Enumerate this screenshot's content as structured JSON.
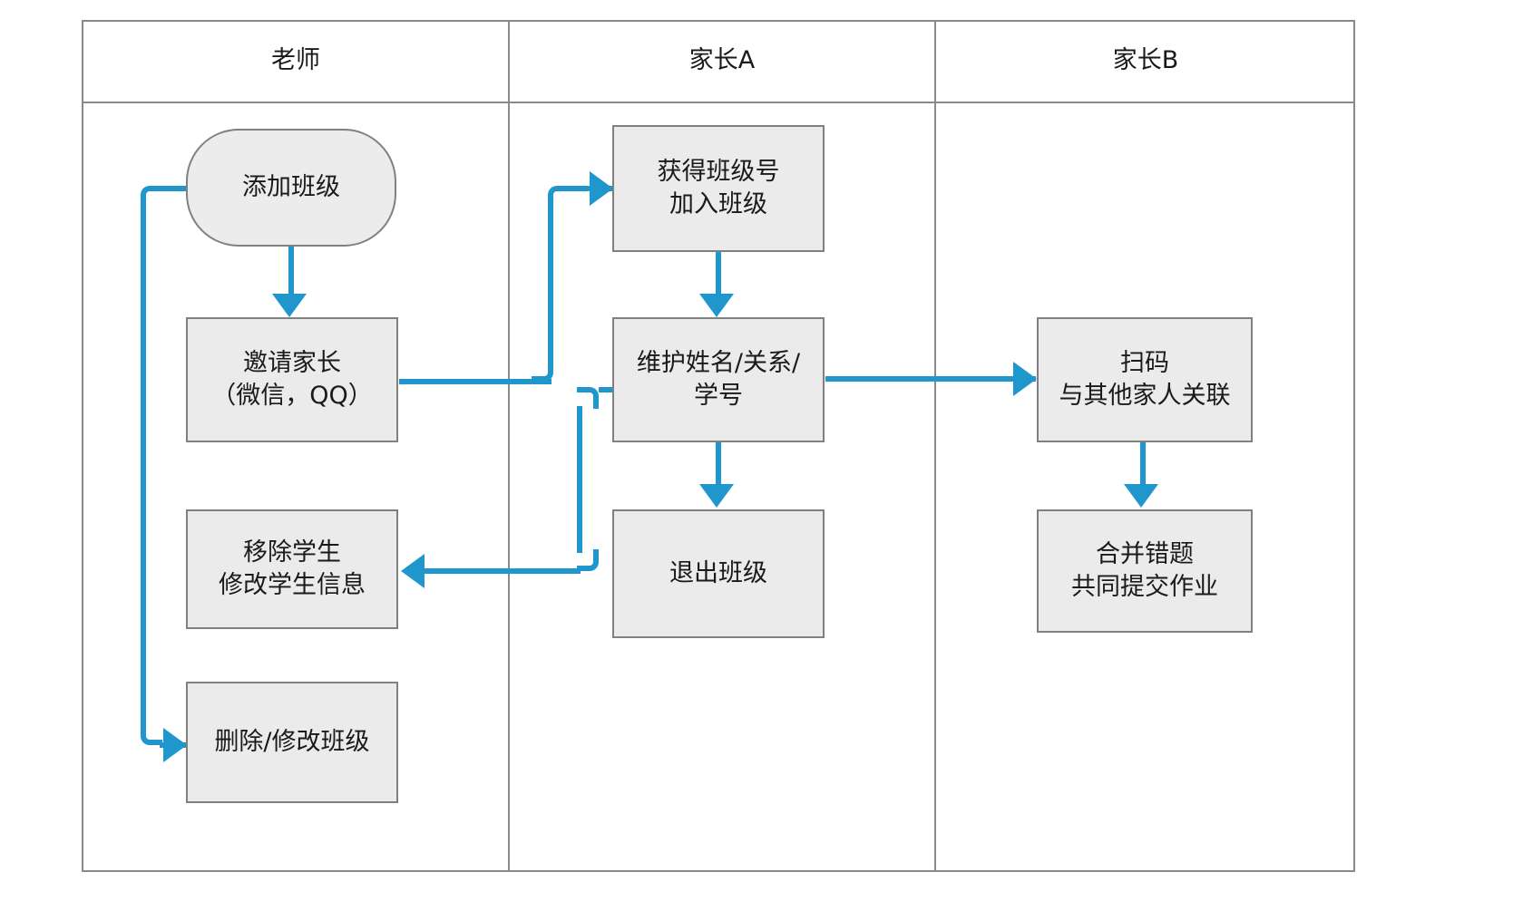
{
  "diagram": {
    "type": "swimlane-flowchart",
    "background_color": "#ffffff",
    "frame_border_color": "#8a8a8a",
    "node_fill_color": "#ebebeb",
    "node_border_color": "#808080",
    "connector_color": "#1f97cd",
    "text_color": "#1a1a1a"
  },
  "lanes": [
    {
      "id": "teacher",
      "title": "老师"
    },
    {
      "id": "parent-a",
      "title": "家长A"
    },
    {
      "id": "parent-b",
      "title": "家长B"
    }
  ],
  "nodes": [
    {
      "id": "add-class",
      "lane": "teacher",
      "shape": "rounded",
      "label": "添加班级"
    },
    {
      "id": "invite-parent",
      "lane": "teacher",
      "shape": "rectangle",
      "label": "邀请家长\n（微信，QQ）"
    },
    {
      "id": "remove-student",
      "lane": "teacher",
      "shape": "rectangle",
      "label": "移除学生\n修改学生信息"
    },
    {
      "id": "delete-class",
      "lane": "teacher",
      "shape": "rectangle",
      "label": "删除/修改班级"
    },
    {
      "id": "get-class-number",
      "lane": "parent-a",
      "shape": "rectangle",
      "label": "获得班级号\n加入班级"
    },
    {
      "id": "maintain-info",
      "lane": "parent-a",
      "shape": "rectangle",
      "label": "维护姓名/关系/\n学号"
    },
    {
      "id": "quit-class",
      "lane": "parent-a",
      "shape": "rectangle",
      "label": "退出班级"
    },
    {
      "id": "scan-code",
      "lane": "parent-b",
      "shape": "rectangle",
      "label": "扫码\n与其他家人关联"
    },
    {
      "id": "merge-homework",
      "lane": "parent-b",
      "shape": "rectangle",
      "label": "合并错题\n共同提交作业"
    }
  ],
  "edges": [
    {
      "id": "e1",
      "from": "add-class",
      "to": "invite-parent",
      "arrow": "down"
    },
    {
      "id": "e2",
      "from": "add-class",
      "to": "delete-class",
      "arrow": "right"
    },
    {
      "id": "e3",
      "from": "invite-parent",
      "to": "get-class-number",
      "arrow": "right"
    },
    {
      "id": "e4",
      "from": "get-class-number",
      "to": "maintain-info",
      "arrow": "down"
    },
    {
      "id": "e5",
      "from": "maintain-info",
      "to": "quit-class",
      "arrow": "down"
    },
    {
      "id": "e6",
      "from": "maintain-info",
      "to": "remove-student",
      "arrow": "left"
    },
    {
      "id": "e7",
      "from": "maintain-info",
      "to": "scan-code",
      "arrow": "right"
    },
    {
      "id": "e8",
      "from": "scan-code",
      "to": "merge-homework",
      "arrow": "down"
    }
  ]
}
